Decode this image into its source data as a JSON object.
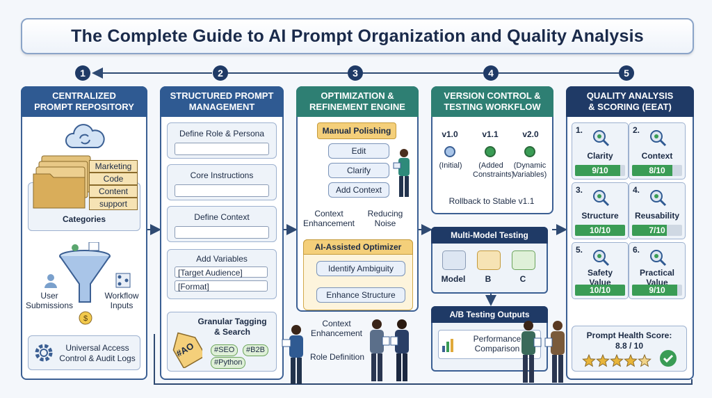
{
  "title": "The Complete Guide to AI Prompt Organization and Quality Analysis",
  "steps": [
    "1",
    "2",
    "3",
    "4",
    "5"
  ],
  "col1": {
    "header": "CENTRALIZED\nPROMPT REPOSITORY",
    "folders": [
      "Marketing",
      "Code",
      "Content",
      "support"
    ],
    "categories": "Categories",
    "user_submissions": "User\nSubmissions",
    "workflow_inputs": "Workflow\nInputs",
    "access": "Universal Access\nControl & Audit Logs"
  },
  "col2": {
    "header": "STRUCTURED PROMPT\nMANAGEMENT",
    "define_role": "Define Role & Persona",
    "core_instructions": "Core Instructions",
    "define_context": "Define Context",
    "add_variables": "Add Variables",
    "var1": "[Target Audience]",
    "var2": "[Format]",
    "tagging": "Granular Tagging\n& Search",
    "tag_label": "#AO",
    "tags": [
      "#SEO",
      "#B2B",
      "#Python"
    ]
  },
  "col3": {
    "header": "OPTIMIZATION &\nREFINEMENT ENGINE",
    "manual": "Manual Polishing",
    "manual_items": [
      "Edit",
      "Clarify",
      "Add Context"
    ],
    "context_enh": "Context\nEnhancement",
    "reducing_noise": "Reducing\nNoise",
    "assisted": "AI-Assisted Optimizer",
    "assisted_items": [
      "Identify Ambiguity",
      "Enhance Structure"
    ],
    "context_enh2": "Context\nEnhancement",
    "role_def": "Role Definition"
  },
  "col4": {
    "header": "VERSION CONTROL &\nTESTING WORKFLOW",
    "versions": [
      {
        "v": "v1.0",
        "note": "(Initial)"
      },
      {
        "v": "v1.1",
        "note": "(Added\nConstraints)"
      },
      {
        "v": "v2.0",
        "note": "(Dynamic\nVariables)"
      }
    ],
    "rollback": "Rollback to Stable v1.1",
    "multi": "Multi-Model Testing",
    "models": [
      "Model",
      "B",
      "C"
    ],
    "ab": "A/B Testing Outputs",
    "perf": "Performance\nComparison"
  },
  "col5": {
    "header": "QUALITY ANALYSIS\n& SCORING (EEAT)",
    "cards": [
      {
        "n": "1.",
        "name": "Clarity",
        "score": "9/10",
        "value": 9,
        "icon": "magnifier-check-icon"
      },
      {
        "n": "2.",
        "name": "Context",
        "score": "8/10",
        "value": 8,
        "icon": "magnifier-question-icon"
      },
      {
        "n": "3.",
        "name": "Structure",
        "score": "10/10",
        "value": 10,
        "icon": "hierarchy-icon"
      },
      {
        "n": "4.",
        "name": "Reusability",
        "score": "7/10",
        "value": 7,
        "icon": "recycle-icon"
      },
      {
        "n": "5.",
        "name": "Safety\nValue",
        "score": "10/10",
        "value": 10,
        "icon": "shield-check-icon"
      },
      {
        "n": "6.",
        "name": "Practical\nValue",
        "score": "9/10",
        "value": 9,
        "icon": "hand-coin-icon"
      }
    ],
    "health": "Prompt Health Score:\n8.8 / 10",
    "stars": 4.5
  }
}
